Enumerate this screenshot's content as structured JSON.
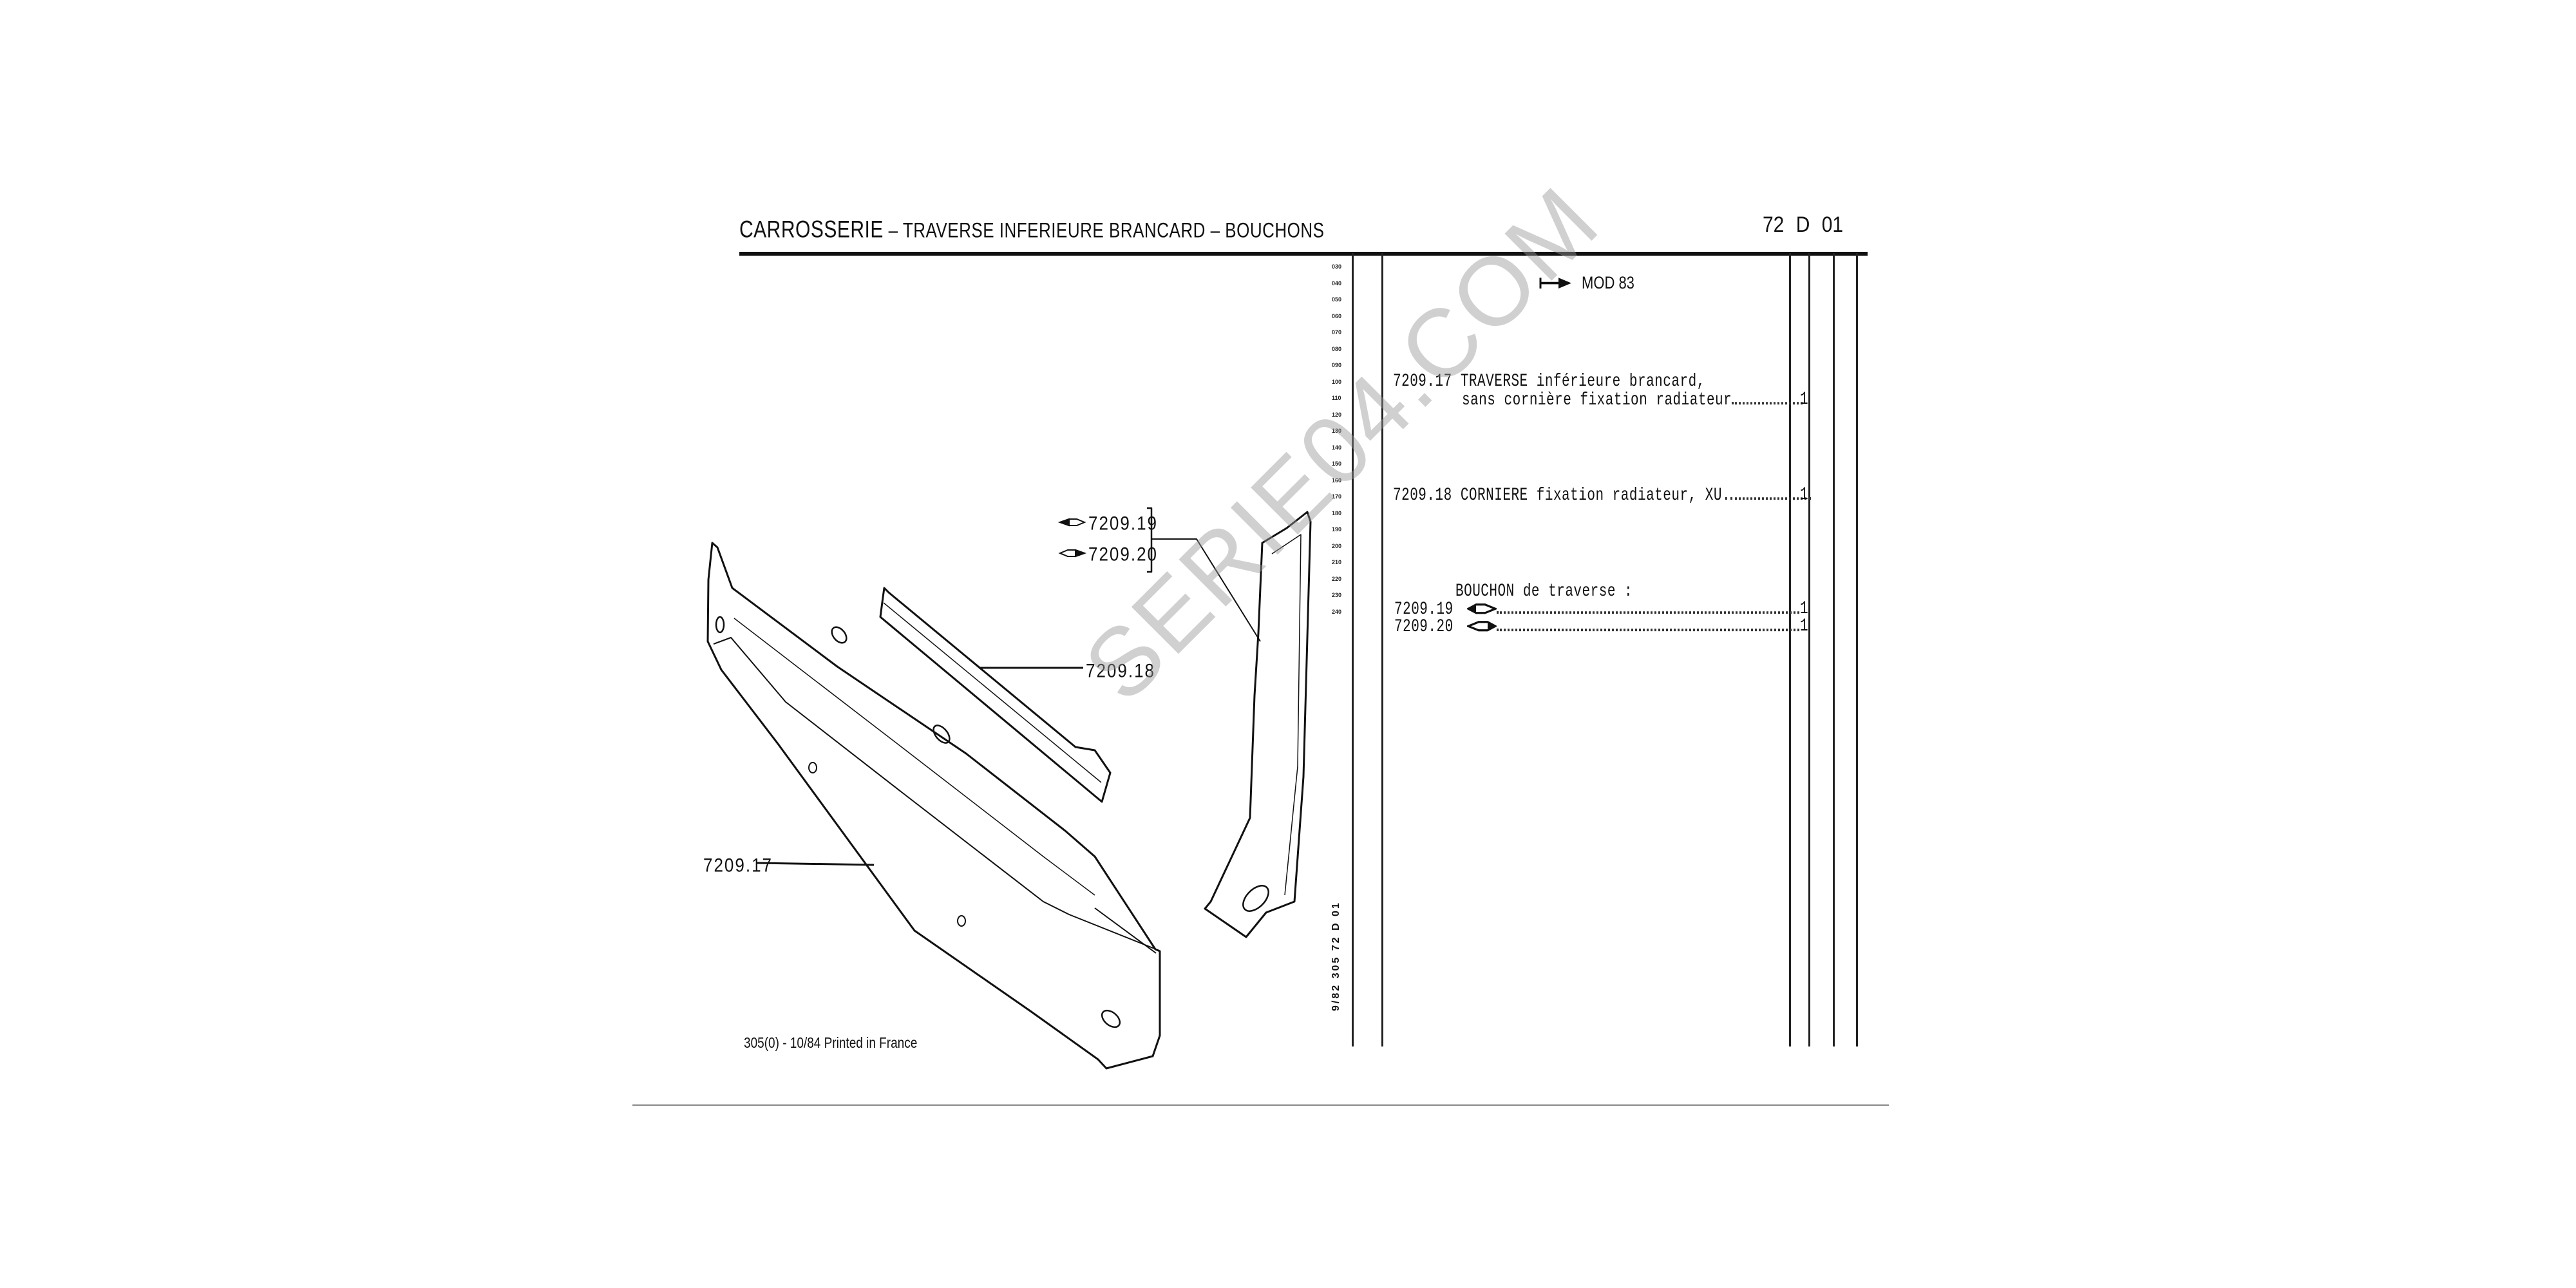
{
  "header": {
    "title_main": "CARROSSERIE",
    "title_sub": "– TRAVERSE INFERIEURE BRANCARD – BOUCHONS",
    "page_ref": "72  D 01"
  },
  "ruler": [
    "030",
    "040",
    "050",
    "060",
    "070",
    "080",
    "090",
    "100",
    "110",
    "120",
    "130",
    "140",
    "150",
    "160",
    "170",
    "180",
    "190",
    "200",
    "210",
    "220",
    "230",
    "240"
  ],
  "side_code": "9/82 305 72 D 01",
  "footer": "305(0) - 10/84 Printed in France",
  "model_note": {
    "icon": "arrow-from-bar-icon",
    "label": "MOD 83"
  },
  "diagram": {
    "labels": {
      "p17": "7209.17",
      "p18": "7209.18",
      "p19": "7209.19",
      "p20": "7209.20"
    }
  },
  "parts": [
    {
      "ref": "7209.17",
      "line1": "TRAVERSE inférieure brancard,",
      "line2": "sans cornière fixation radiateur",
      "qty": "1"
    },
    {
      "ref": "7209.18",
      "line1": "CORNIERE fixation radiateur, XU.",
      "qty": "1"
    }
  ],
  "bouchon": {
    "heading": "BOUCHON de traverse :",
    "items": [
      {
        "ref": "7209.19",
        "icon": "left-plug-icon",
        "qty": "1"
      },
      {
        "ref": "7209.20",
        "icon": "right-plug-icon",
        "qty": "1"
      }
    ]
  },
  "watermark": "SERIE04.COM"
}
